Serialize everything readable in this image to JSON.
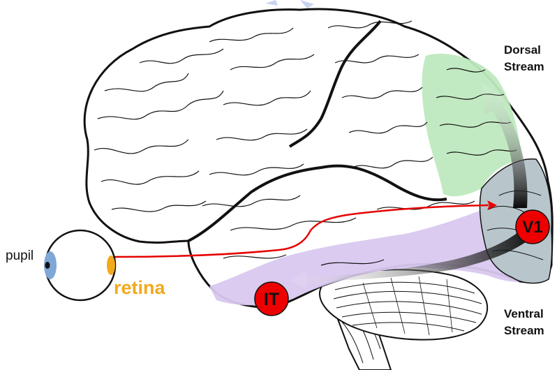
{
  "labels": {
    "pupil": "pupil",
    "retina": "retina",
    "dorsal": [
      "Dorsal",
      "Stream"
    ],
    "ventral": [
      "Ventral",
      "Stream"
    ],
    "v1": "V1",
    "it": "IT"
  },
  "colors": {
    "retina": "#f2a91c",
    "pupil_iris": "#7fa7d8",
    "pathway_arrow": "#e60000",
    "badge": "#ee0000",
    "dorsal_region": "#bfe9bf",
    "ventral_region": "#d9c8ef",
    "v1_region": "#b8c6cc",
    "brain_outline": "#111111",
    "watermark": "#1f4fbf"
  },
  "icons": {
    "eye": "eye-icon",
    "brain": "brain-icon",
    "cerebellum": "cerebellum-icon"
  }
}
